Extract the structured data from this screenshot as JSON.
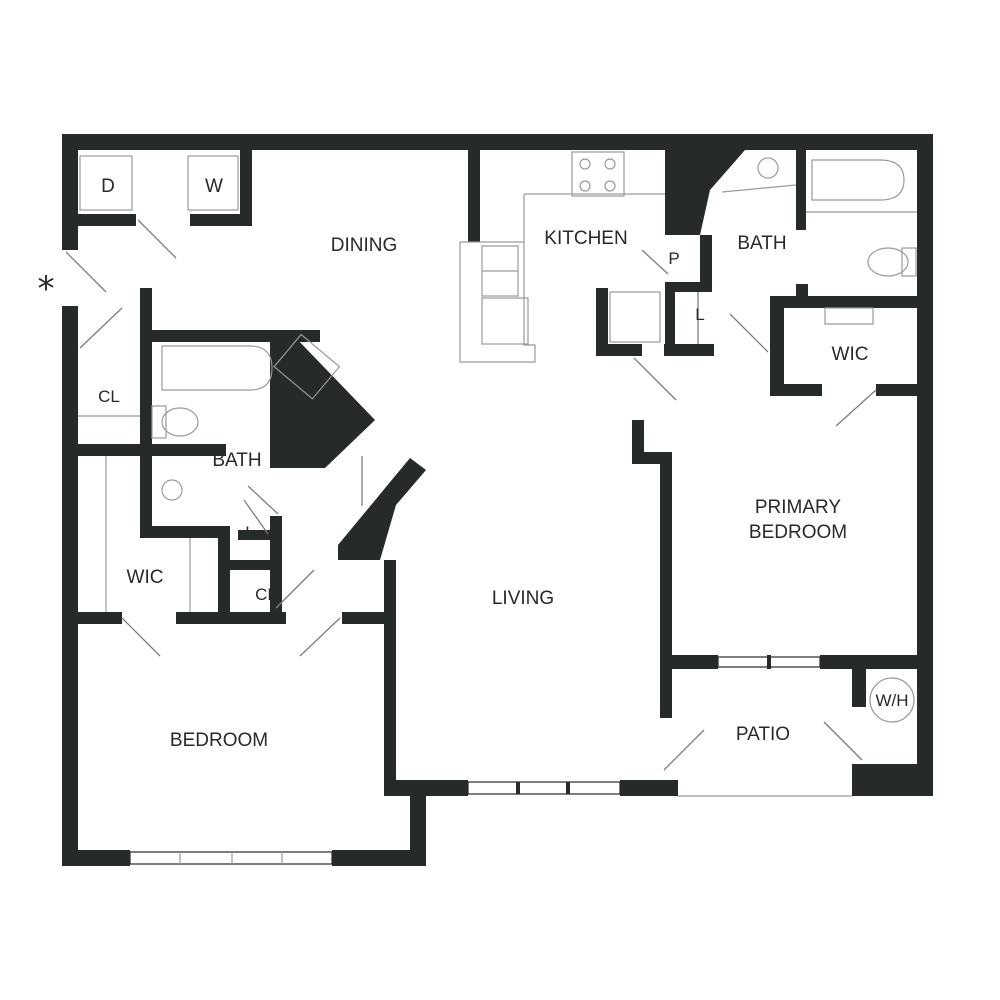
{
  "floor_plan": {
    "entry_marker": "*",
    "rooms": {
      "dining": "DINING",
      "kitchen": "KITCHEN",
      "pantry": "P",
      "bath_primary": "BATH",
      "linen_primary": "L",
      "wic_primary": "WIC",
      "primary_bedroom_line1": "PRIMARY",
      "primary_bedroom_line2": "BEDROOM",
      "living": "LIVING",
      "patio": "PATIO",
      "water_heater": "W/H",
      "closet_entry": "CL",
      "bath_secondary": "BATH",
      "linen_secondary": "L",
      "closet_secondary": "CL",
      "wic_secondary": "WIC",
      "bedroom": "BEDROOM"
    },
    "appliances": {
      "dryer": "D",
      "washer": "W"
    }
  }
}
